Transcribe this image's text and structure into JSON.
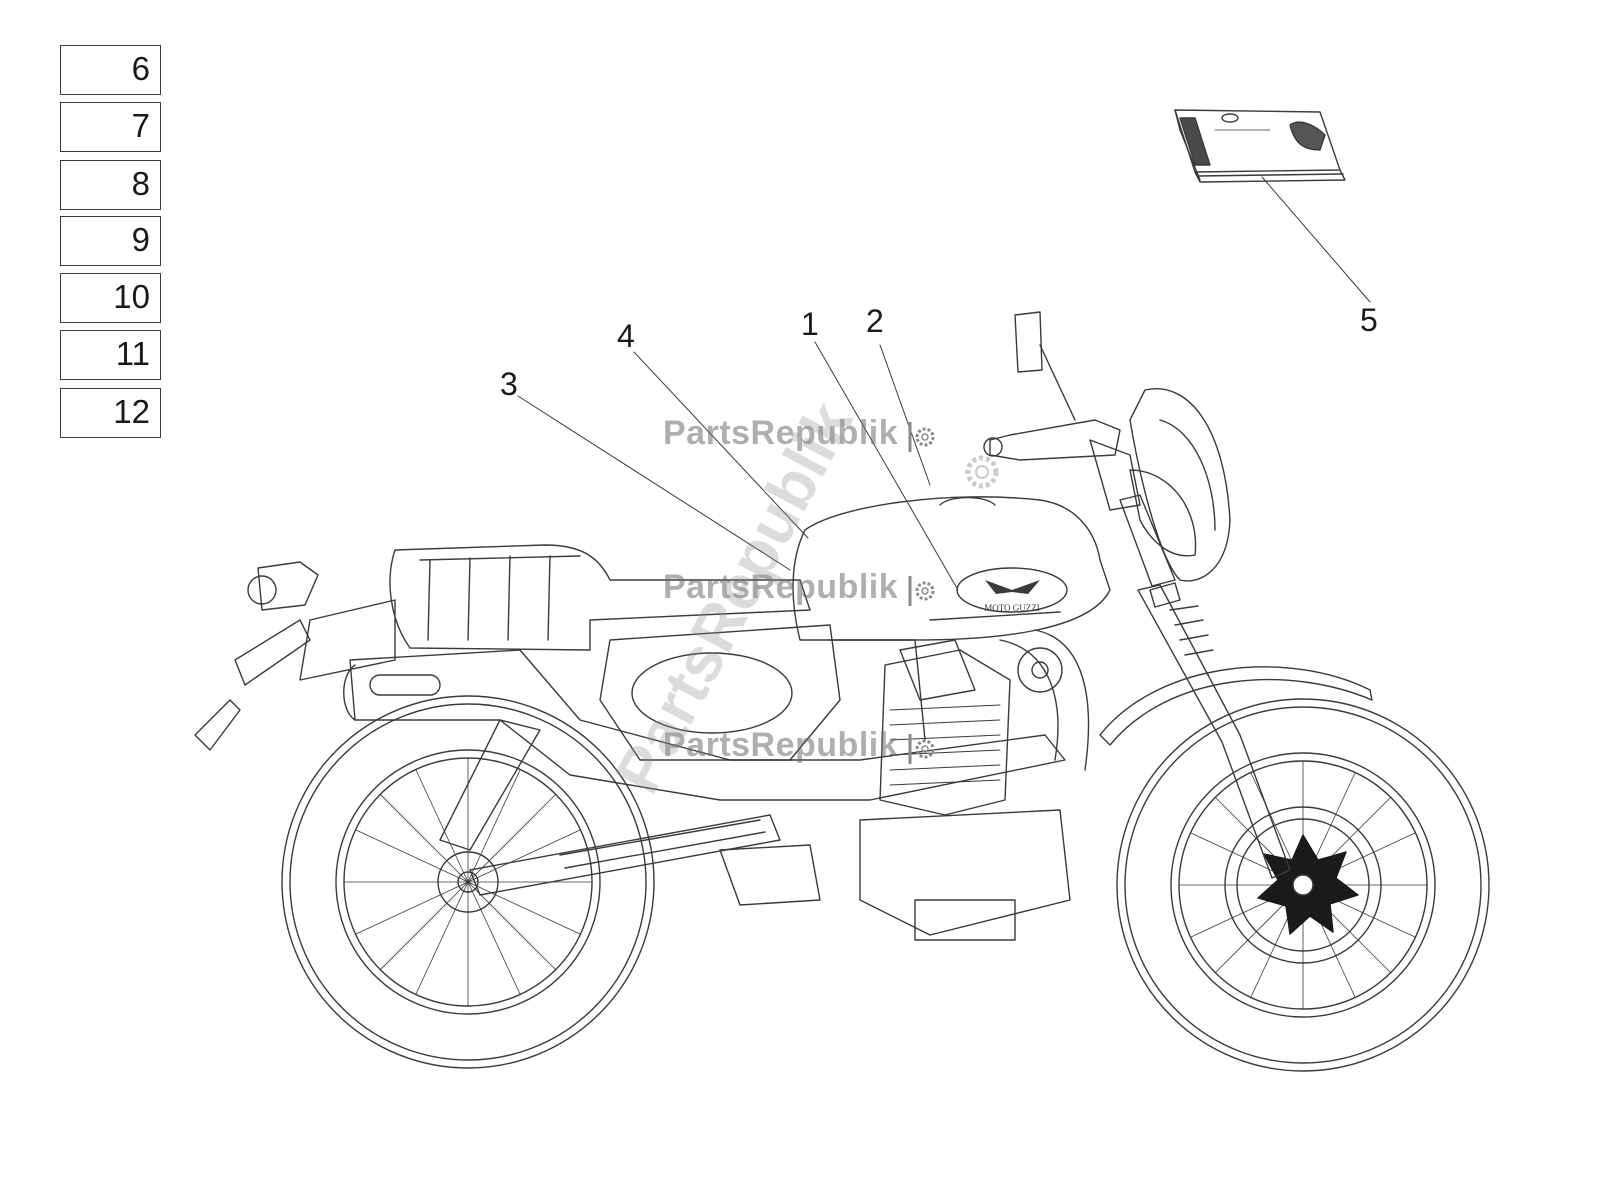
{
  "reference_boxes": [
    "6",
    "7",
    "8",
    "9",
    "10",
    "11",
    "12"
  ],
  "callouts": {
    "c1": "1",
    "c2": "2",
    "c3": "3",
    "c4": "4",
    "c5": "5"
  },
  "watermark": {
    "text": "PartsRepublik",
    "icon": "gear-icon"
  },
  "tank_badge": "MOTO GUZZI",
  "colors": {
    "line": "#3a3a3a",
    "watermark": "#8a8a8a"
  }
}
